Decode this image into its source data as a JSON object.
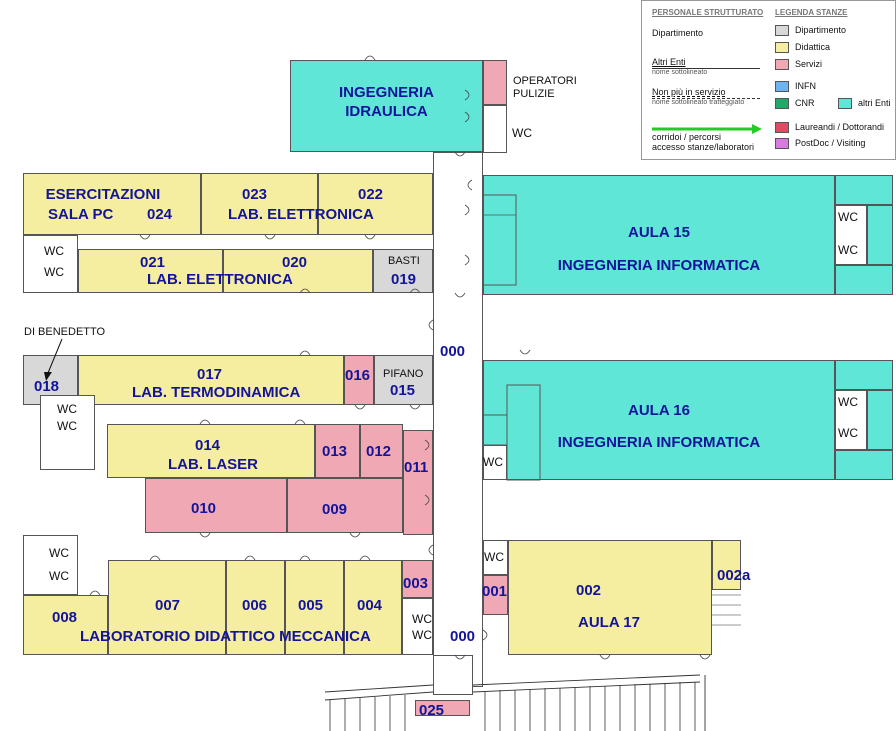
{
  "legend": {
    "staff_header": "PERSONALE STRUTTURATO",
    "rooms_header": "LEGENDA STANZE",
    "staff": [
      {
        "label": "Dipartimento",
        "note": ""
      },
      {
        "label": "Altri Enti",
        "note": "nome sottolineato"
      },
      {
        "label": "Non più in servizio",
        "note": "nome sottolineato tratteggiato"
      }
    ],
    "path_label_1": "corridoi / percorsi",
    "path_label_2": "accesso stanze/laboratori",
    "rooms": [
      {
        "label": "Dipartimento",
        "color": "#d8d8d8"
      },
      {
        "label": "Didattica",
        "color": "#f5eea0"
      },
      {
        "label": "Servizi",
        "color": "#f0a9b4"
      },
      {
        "label": "INFN",
        "color": "#6fb3f0"
      },
      {
        "label": "CNR",
        "color": "#1faa6a"
      },
      {
        "label": "altri Enti",
        "color": "#5fe6d6"
      },
      {
        "label": "Laureandi / Dottorandi",
        "color": "#e04a62"
      },
      {
        "label": "PostDoc / Visiting",
        "color": "#d77be0"
      }
    ]
  },
  "rooms": {
    "idraulica": {
      "line1": "INGEGNERIA",
      "line2": "IDRAULICA"
    },
    "operatori": {
      "line1": "OPERATORI",
      "line2": "PULIZIE"
    },
    "esercitazioni": {
      "line1": "ESERCITAZIONI",
      "line2": "SALA PC",
      "number": "024"
    },
    "lab_elettronica_top": {
      "number": "023",
      "name": "LAB. ELETTRONICA",
      "number2": "022"
    },
    "lab_elettronica_mid": {
      "number": "021",
      "name": "LAB. ELETTRONICA",
      "number2": "020"
    },
    "basti": {
      "name": "BASTI",
      "number": "019"
    },
    "aula15": {
      "line1": "AULA 15",
      "line2": "INGEGNERIA  INFORMATICA"
    },
    "aula16": {
      "line1": "AULA 16",
      "line2": "INGEGNERIA  INFORMATICA"
    },
    "di_benedetto": {
      "name": "DI BENEDETTO",
      "number": "018"
    },
    "termodinamica": {
      "number": "017",
      "name": "LAB. TERMODINAMICA"
    },
    "r016": "016",
    "pifano": {
      "name": "PIFANO",
      "number": "015"
    },
    "laser": {
      "number": "014",
      "name": "LAB. LASER"
    },
    "r013": "013",
    "r012": "012",
    "r011": "011",
    "r010": "010",
    "r009": "009",
    "corridor": "000",
    "corridor2": "000",
    "r008": "008",
    "r007": "007",
    "r006": "006",
    "r005": "005",
    "r004": "004",
    "r003": "003",
    "r001": "001",
    "meccanica": "LABORATORIO DIDATTICO MECCANICA",
    "aula17": {
      "number": "002",
      "name": "AULA 17"
    },
    "r002a": "002a",
    "r025": "025",
    "wc": "WC"
  }
}
